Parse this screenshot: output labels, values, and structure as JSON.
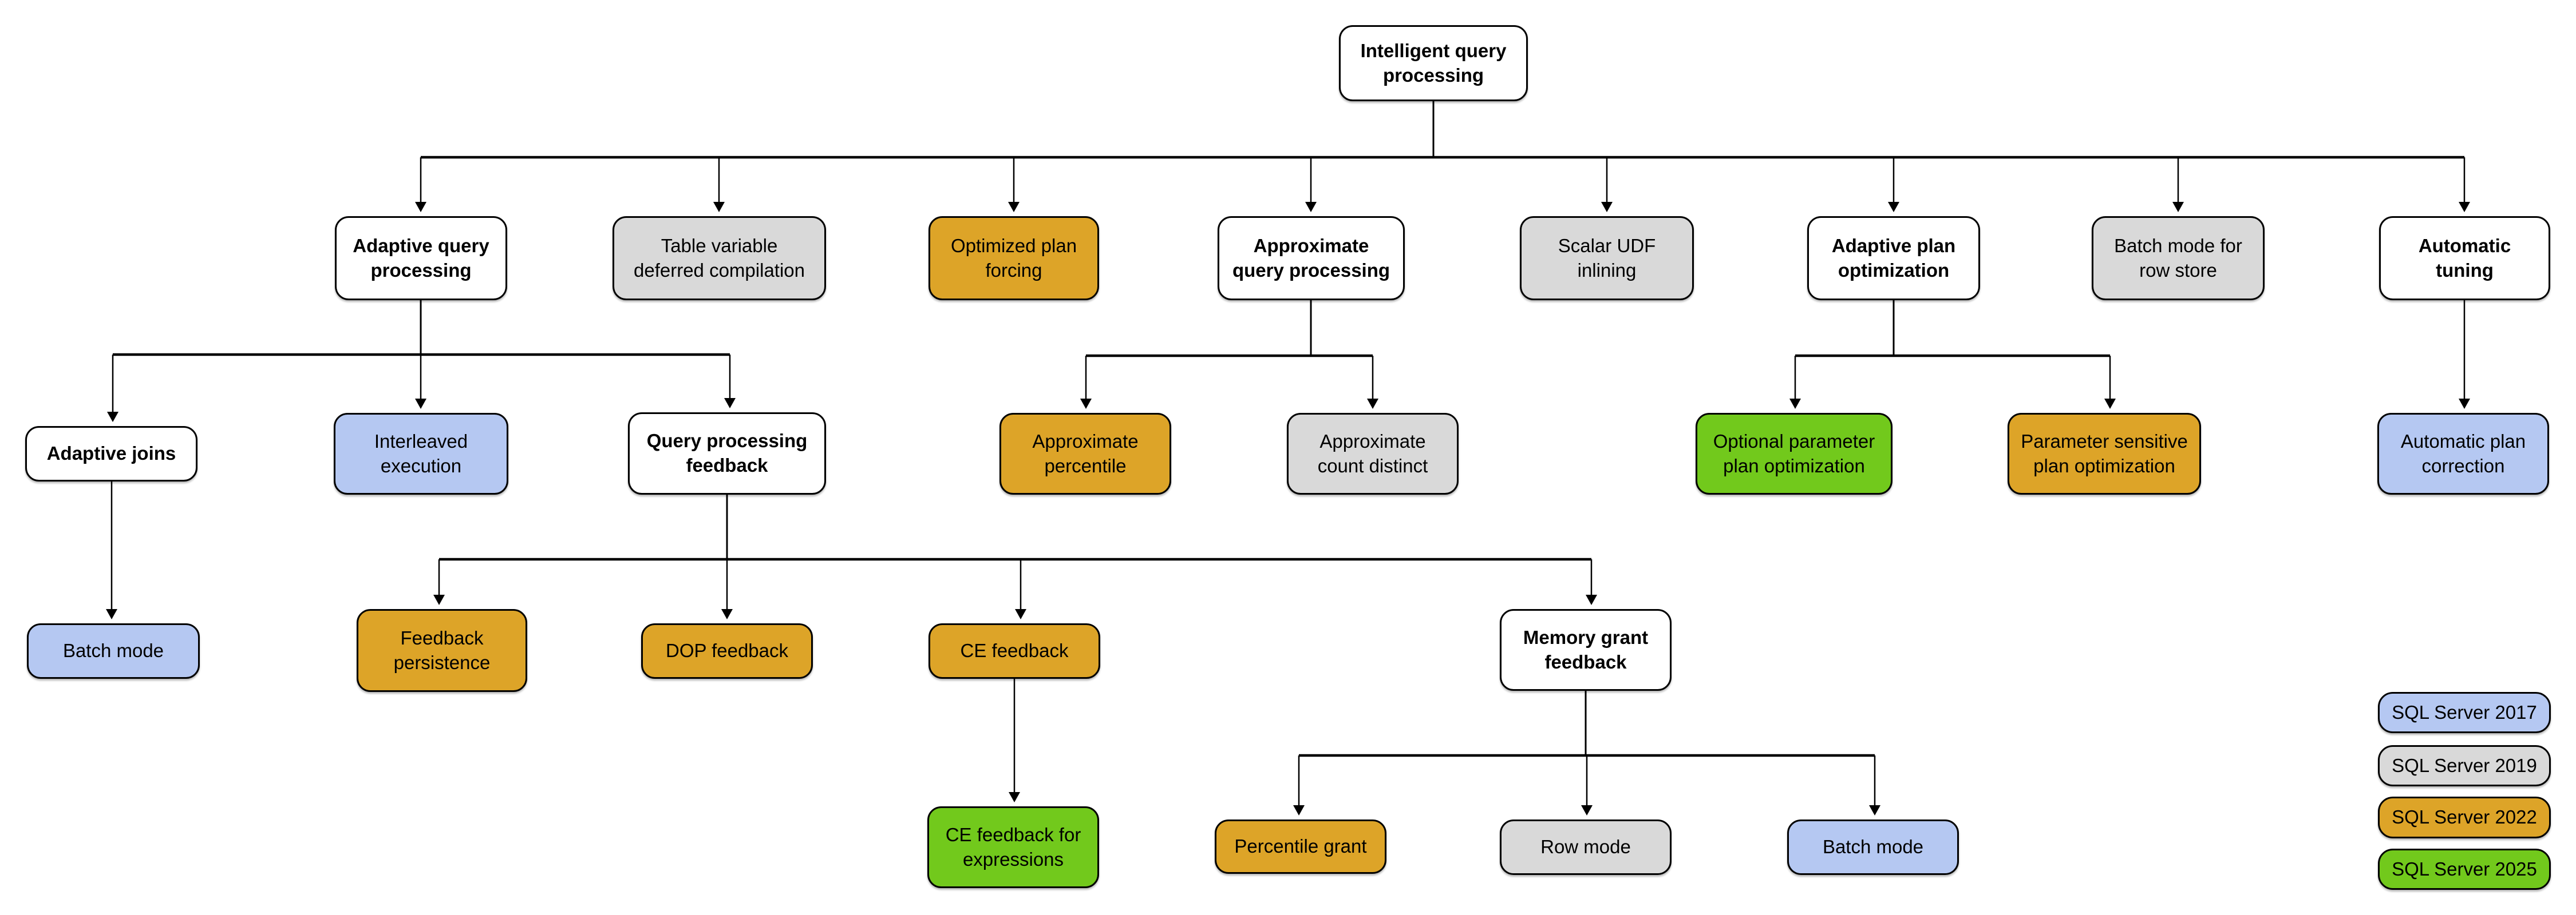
{
  "diagram": {
    "nodes": {
      "intelligent_query_processing": {
        "label": "Intelligent query\nprocessing",
        "version": "none"
      },
      "adaptive_query_processing": {
        "label": "Adaptive query\nprocessing",
        "version": "none"
      },
      "table_variable_deferred_compilation": {
        "label": "Table variable\ndeferred compilation",
        "version": "2019"
      },
      "optimized_plan_forcing": {
        "label": "Optimized plan\nforcing",
        "version": "2022"
      },
      "approximate_query_processing": {
        "label": "Approximate\nquery processing",
        "version": "none"
      },
      "scalar_udf_inlining": {
        "label": "Scalar UDF\ninlining",
        "version": "2019"
      },
      "adaptive_plan_optimization": {
        "label": "Adaptive plan\noptimization",
        "version": "none"
      },
      "batch_mode_for_row_store": {
        "label": "Batch mode for\nrow store",
        "version": "2019"
      },
      "automatic_tuning": {
        "label": "Automatic\ntuning",
        "version": "none"
      },
      "adaptive_joins": {
        "label": "Adaptive joins",
        "version": "none"
      },
      "interleaved_execution": {
        "label": "Interleaved\nexecution",
        "version": "2017"
      },
      "query_processing_feedback": {
        "label": "Query processing\nfeedback",
        "version": "none"
      },
      "approximate_percentile": {
        "label": "Approximate\npercentile",
        "version": "2022"
      },
      "approximate_count_distinct": {
        "label": "Approximate\ncount distinct",
        "version": "2019"
      },
      "optional_parameter_plan_optimization": {
        "label": "Optional parameter\nplan optimization",
        "version": "2025"
      },
      "parameter_sensitive_plan_optimization": {
        "label": "Parameter sensitive\nplan optimization",
        "version": "2022"
      },
      "automatic_plan_correction": {
        "label": "Automatic plan\ncorrection",
        "version": "2017"
      },
      "batch_mode_adaptive_joins": {
        "label": "Batch mode",
        "version": "2017"
      },
      "feedback_persistence": {
        "label": "Feedback\npersistence",
        "version": "2022"
      },
      "dop_feedback": {
        "label": "DOP feedback",
        "version": "2022"
      },
      "ce_feedback": {
        "label": "CE feedback",
        "version": "2022"
      },
      "memory_grant_feedback": {
        "label": "Memory grant\nfeedback",
        "version": "none"
      },
      "ce_feedback_for_expressions": {
        "label": "CE feedback for\nexpressions",
        "version": "2025"
      },
      "percentile_grant": {
        "label": "Percentile grant",
        "version": "2022"
      },
      "row_mode": {
        "label": "Row mode",
        "version": "2019"
      },
      "batch_mode_memory_grant": {
        "label": "Batch mode",
        "version": "2017"
      }
    },
    "edges": [
      {
        "from": "intelligent_query_processing",
        "to": "adaptive_query_processing"
      },
      {
        "from": "intelligent_query_processing",
        "to": "table_variable_deferred_compilation"
      },
      {
        "from": "intelligent_query_processing",
        "to": "optimized_plan_forcing"
      },
      {
        "from": "intelligent_query_processing",
        "to": "approximate_query_processing"
      },
      {
        "from": "intelligent_query_processing",
        "to": "scalar_udf_inlining"
      },
      {
        "from": "intelligent_query_processing",
        "to": "adaptive_plan_optimization"
      },
      {
        "from": "intelligent_query_processing",
        "to": "batch_mode_for_row_store"
      },
      {
        "from": "intelligent_query_processing",
        "to": "automatic_tuning"
      },
      {
        "from": "adaptive_query_processing",
        "to": "adaptive_joins"
      },
      {
        "from": "adaptive_query_processing",
        "to": "interleaved_execution"
      },
      {
        "from": "adaptive_query_processing",
        "to": "query_processing_feedback"
      },
      {
        "from": "approximate_query_processing",
        "to": "approximate_percentile"
      },
      {
        "from": "approximate_query_processing",
        "to": "approximate_count_distinct"
      },
      {
        "from": "adaptive_plan_optimization",
        "to": "optional_parameter_plan_optimization"
      },
      {
        "from": "adaptive_plan_optimization",
        "to": "parameter_sensitive_plan_optimization"
      },
      {
        "from": "automatic_tuning",
        "to": "automatic_plan_correction"
      },
      {
        "from": "adaptive_joins",
        "to": "batch_mode_adaptive_joins"
      },
      {
        "from": "query_processing_feedback",
        "to": "feedback_persistence"
      },
      {
        "from": "query_processing_feedback",
        "to": "dop_feedback"
      },
      {
        "from": "query_processing_feedback",
        "to": "ce_feedback"
      },
      {
        "from": "query_processing_feedback",
        "to": "memory_grant_feedback"
      },
      {
        "from": "ce_feedback",
        "to": "ce_feedback_for_expressions"
      },
      {
        "from": "memory_grant_feedback",
        "to": "percentile_grant"
      },
      {
        "from": "memory_grant_feedback",
        "to": "row_mode"
      },
      {
        "from": "memory_grant_feedback",
        "to": "batch_mode_memory_grant"
      }
    ],
    "legend": {
      "items": [
        {
          "label": "SQL Server 2017",
          "version": "2017",
          "color": "#B5C8F2"
        },
        {
          "label": "SQL Server 2019",
          "version": "2019",
          "color": "#D9D9D9"
        },
        {
          "label": "SQL Server 2022",
          "version": "2022",
          "color": "#DDA428"
        },
        {
          "label": "SQL Server 2025",
          "version": "2025",
          "color": "#72C91C"
        }
      ]
    },
    "colors": {
      "2017": "#B5C8F2",
      "2019": "#D9D9D9",
      "2022": "#DDA428",
      "2025": "#72C91C",
      "none": "#FFFFFF"
    }
  }
}
